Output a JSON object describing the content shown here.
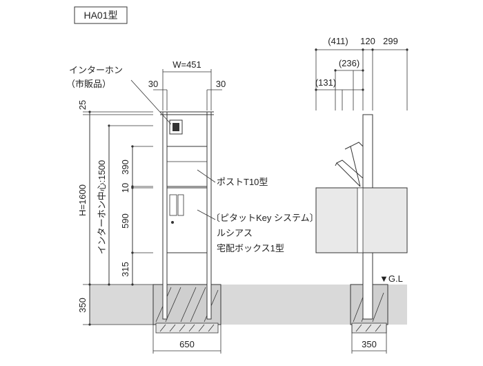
{
  "model_label": "HA01型",
  "front": {
    "width_label": "W=451",
    "side_margin_left": "30",
    "side_margin_right": "30",
    "top_gap": "25",
    "height_label": "H=1600",
    "intercom_center": "インターホン中心:1500",
    "dim_390": "390",
    "dim_10": "10",
    "dim_590": "590",
    "dim_315": "315",
    "dim_350": "350",
    "base_width": "650"
  },
  "labels": {
    "intercom_line1": "インターホン",
    "intercom_line2": "（市販品）",
    "post": "ポストT10型",
    "system_line1": "〔ピタットKey システム〕",
    "system_line2": "ルシアス",
    "system_line3": "宅配ボックス1型"
  },
  "side": {
    "top_411": "(411)",
    "top_120": "120",
    "top_299": "299",
    "dim_236": "(236)",
    "dim_131": "(131)",
    "gl": "▼G.L",
    "base_width": "350"
  }
}
